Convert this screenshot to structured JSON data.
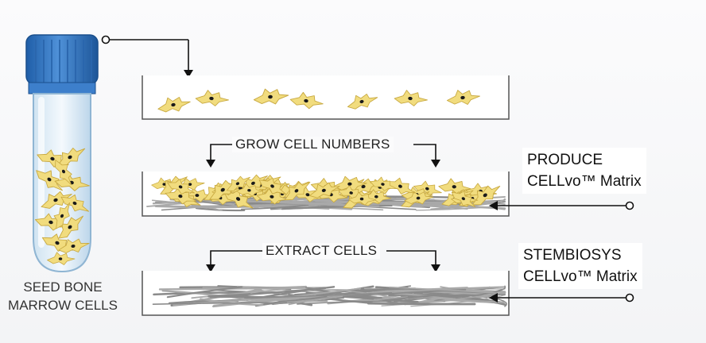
{
  "labels": {
    "seed": [
      "SEED BONE",
      "MARROW CELLS"
    ],
    "grow": "GROW CELL NUMBERS",
    "extract": "EXTRACT CELLS",
    "produce": [
      "PRODUCE",
      "CELLvo™ Matrix"
    ],
    "stembiosys": [
      "STEMBIOSYS",
      "CELLvo™ Matrix"
    ]
  },
  "colors": {
    "tube_cap": "#2f6fb8",
    "cell_fill": "#f1dc7e",
    "cell_stroke": "#c8a941",
    "nucleus": "#1a1a1a",
    "fiber": "#8a8a8a",
    "dish_line": "#555555"
  }
}
